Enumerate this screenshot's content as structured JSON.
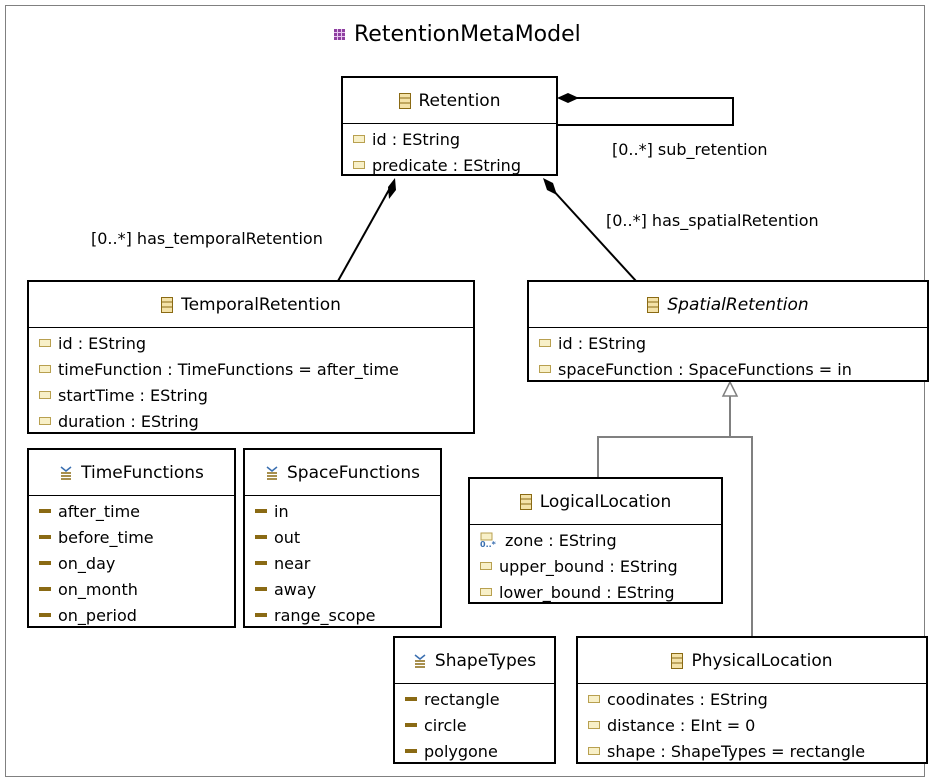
{
  "diagram": {
    "title": "RetentionMetaModel",
    "classes": {
      "retention": {
        "name": "Retention",
        "attributes": [
          "id : EString",
          "predicate : EString"
        ]
      },
      "temporal": {
        "name": "TemporalRetention",
        "attributes": [
          "id : EString",
          "timeFunction : TimeFunctions = after_time",
          "startTime : EString",
          "duration : EString"
        ]
      },
      "spatial": {
        "name": "SpatialRetention",
        "attributes": [
          "id : EString",
          "spaceFunction : SpaceFunctions = in"
        ]
      },
      "logical": {
        "name": "LogicalLocation",
        "attributes": [
          "zone : EString",
          "upper_bound : EString",
          "lower_bound : EString"
        ],
        "zone_multiplicity_icon": "0..*"
      },
      "physical": {
        "name": "PhysicalLocation",
        "attributes": [
          "coodinates : EString",
          "distance : EInt = 0",
          "shape : ShapeTypes = rectangle"
        ]
      }
    },
    "enums": {
      "time": {
        "name": "TimeFunctions",
        "literals": [
          "after_time",
          "before_time",
          "on_day",
          "on_month",
          "on_period"
        ]
      },
      "space": {
        "name": "SpaceFunctions",
        "literals": [
          "in",
          "out",
          "near",
          "away",
          "range_scope"
        ]
      },
      "shape": {
        "name": "ShapeTypes",
        "literals": [
          "rectangle",
          "circle",
          "polygone"
        ]
      }
    },
    "references": {
      "sub_retention": "[0..*] sub_retention",
      "has_temporal": "[0..*] has_temporalRetention",
      "has_spatial": "[0..*] has_spatialRetention"
    },
    "colors": {
      "class_icon": "#c8a040",
      "enum_icon": "#3a6fb0",
      "attribute_icon": "#b8a050",
      "literal_icon": "#8a6a14",
      "package_icon": "#8e3fa0",
      "inheritance_line": "#808080"
    }
  }
}
